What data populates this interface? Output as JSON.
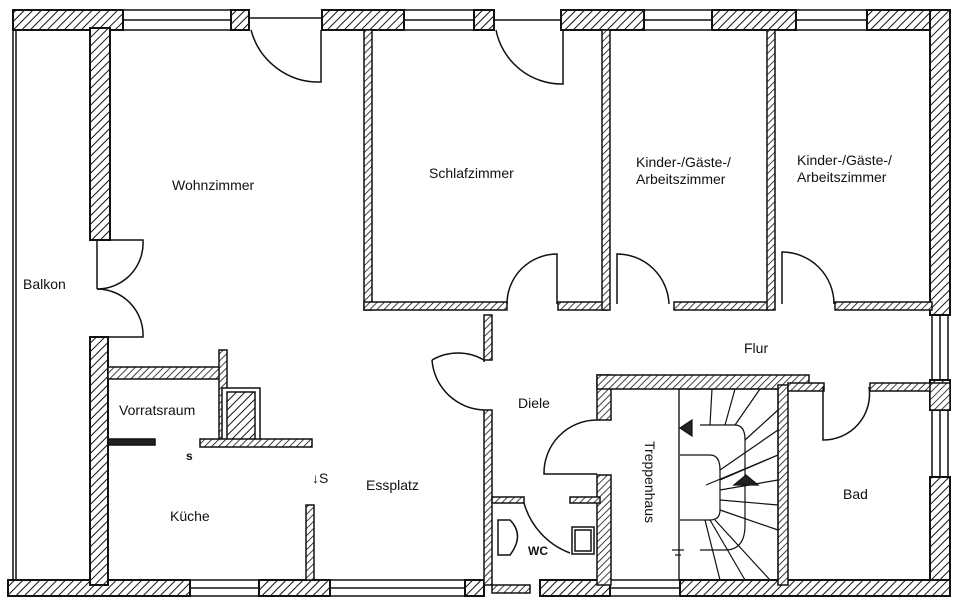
{
  "plan": {
    "type": "floor-plan",
    "colors": {
      "wall_fill": "#ffffff",
      "hatch": "#111111",
      "line": "#111111",
      "background": "#ffffff"
    },
    "rooms": [
      {
        "id": "balkon",
        "label": "Balkon"
      },
      {
        "id": "wohnzimmer",
        "label": "Wohnzimmer"
      },
      {
        "id": "schlafzimmer",
        "label": "Schlafzimmer"
      },
      {
        "id": "kinder1",
        "label": "Kinder-/Gäste-/\nArbeitszimmer"
      },
      {
        "id": "kinder2",
        "label": "Kinder-/Gäste-/\nArbeitszimmer"
      },
      {
        "id": "flur",
        "label": "Flur"
      },
      {
        "id": "diele",
        "label": "Diele"
      },
      {
        "id": "vorratsraum",
        "label": "Vorratsraum"
      },
      {
        "id": "kueche",
        "label": "Küche"
      },
      {
        "id": "essplatz",
        "label": "Essplatz"
      },
      {
        "id": "treppenhaus",
        "label": "Treppenhaus"
      },
      {
        "id": "bad",
        "label": "Bad"
      },
      {
        "id": "wc",
        "label": "WC"
      }
    ],
    "annotations": {
      "sliding_door_kitchen_top": "s",
      "sliding_door_kitchen_side": "↓S"
    }
  }
}
